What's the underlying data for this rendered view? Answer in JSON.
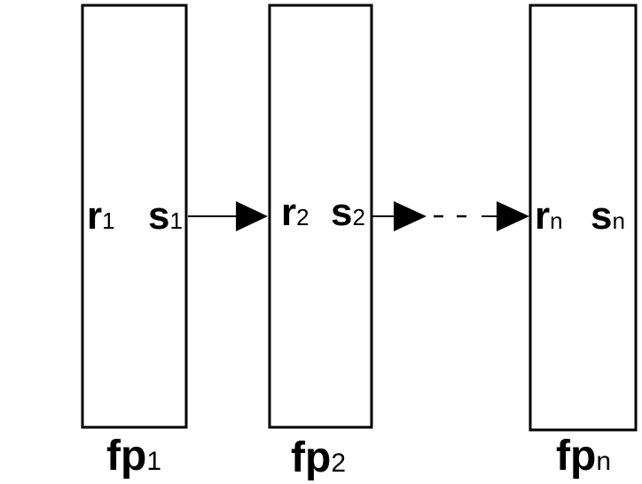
{
  "frames": [
    {
      "r_base": "r",
      "r_sub": "1",
      "s_base": "s",
      "s_sub": "1",
      "cap_base": "fp",
      "cap_sub": "1"
    },
    {
      "r_base": "r",
      "r_sub": "2",
      "s_base": "s",
      "s_sub": "2",
      "cap_base": "fp",
      "cap_sub": "2"
    },
    {
      "r_base": "r",
      "r_sub": "n",
      "s_base": "s",
      "s_sub": "n",
      "cap_base": "fp",
      "cap_sub": "n"
    }
  ],
  "connector": {
    "gap_glyph": "- -"
  },
  "colors": {
    "stroke": "#000000",
    "background": "#ffffff"
  }
}
